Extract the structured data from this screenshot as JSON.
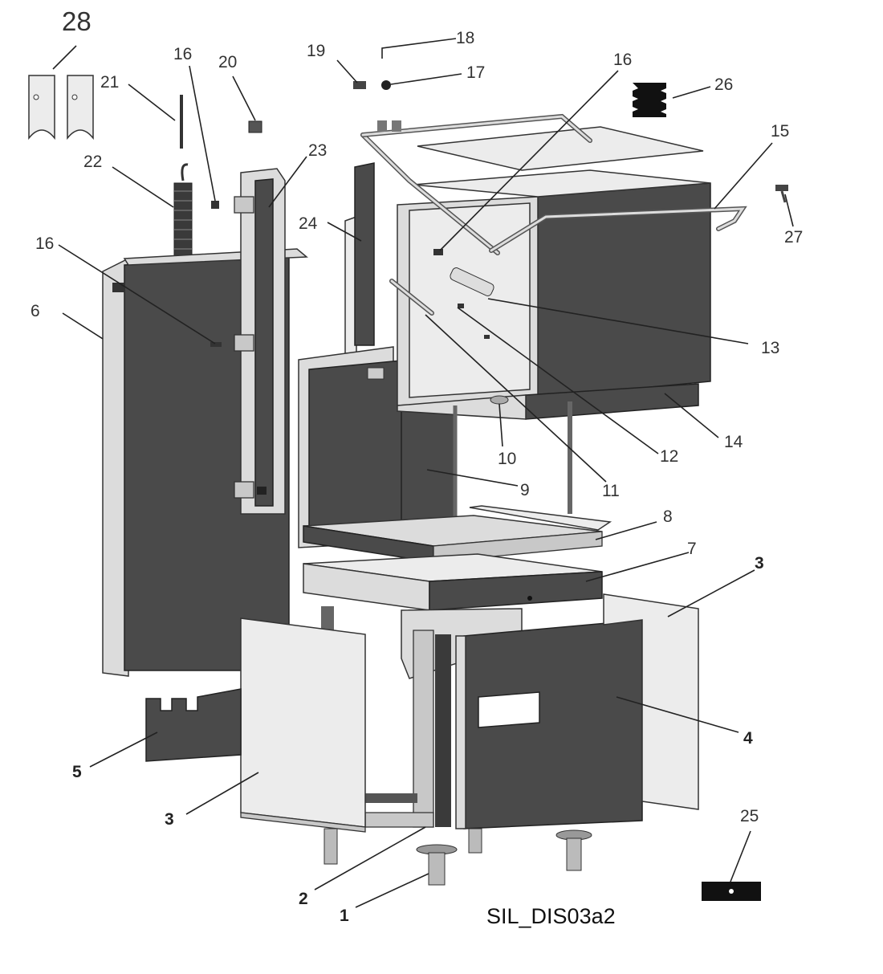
{
  "figure_code": "SIL_DIS03a2",
  "callouts": [
    {
      "id": "c28",
      "text": "28"
    },
    {
      "id": "c16a",
      "text": "16"
    },
    {
      "id": "c20",
      "text": "20"
    },
    {
      "id": "c21",
      "text": "21"
    },
    {
      "id": "c22",
      "text": "22"
    },
    {
      "id": "c23",
      "text": "23"
    },
    {
      "id": "c16b",
      "text": "16"
    },
    {
      "id": "c6",
      "text": "6"
    },
    {
      "id": "c24",
      "text": "24"
    },
    {
      "id": "c19",
      "text": "19"
    },
    {
      "id": "c18",
      "text": "18"
    },
    {
      "id": "c17",
      "text": "17"
    },
    {
      "id": "c16c",
      "text": "16"
    },
    {
      "id": "c26",
      "text": "26"
    },
    {
      "id": "c15",
      "text": "15"
    },
    {
      "id": "c27",
      "text": "27"
    },
    {
      "id": "c13",
      "text": "13"
    },
    {
      "id": "c14",
      "text": "14"
    },
    {
      "id": "c12",
      "text": "12"
    },
    {
      "id": "c10",
      "text": "10"
    },
    {
      "id": "c11",
      "text": "11"
    },
    {
      "id": "c9",
      "text": "9"
    },
    {
      "id": "c8",
      "text": "8"
    },
    {
      "id": "c7",
      "text": "7"
    },
    {
      "id": "c3a",
      "text": "3"
    },
    {
      "id": "c4",
      "text": "4"
    },
    {
      "id": "c5",
      "text": "5"
    },
    {
      "id": "c3b",
      "text": "3"
    },
    {
      "id": "c25",
      "text": "25"
    },
    {
      "id": "c2",
      "text": "2"
    },
    {
      "id": "c1",
      "text": "1"
    }
  ]
}
